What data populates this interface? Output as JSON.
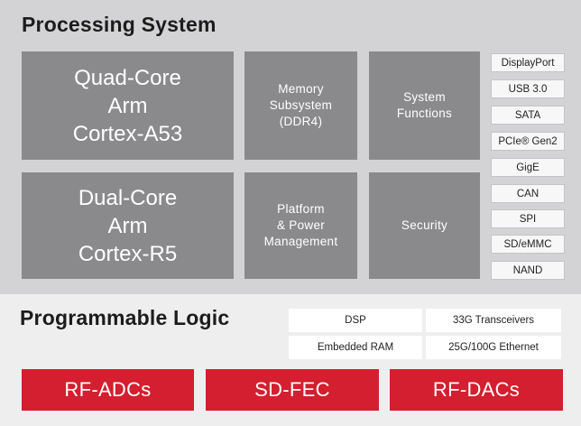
{
  "processing_system": {
    "title": "Processing System",
    "cores": [
      {
        "label": "Quad-Core\nArm\nCortex-A53"
      },
      {
        "label": "Dual-Core\nArm\nCortex-R5"
      }
    ],
    "blocks": [
      {
        "label": "Memory\nSubsystem\n(DDR4)"
      },
      {
        "label": "System\nFunctions"
      },
      {
        "label": "Platform\n& Power\nManagement"
      },
      {
        "label": "Security"
      }
    ],
    "peripherals": [
      "DisplayPort",
      "USB 3.0",
      "SATA",
      "PCIe® Gen2",
      "GigE",
      "CAN",
      "SPI",
      "SD/eMMC",
      "NAND"
    ]
  },
  "programmable_logic": {
    "title": "Programmable Logic",
    "features": [
      "DSP",
      "33G Transceivers",
      "Embedded RAM",
      "25G/100G Ethernet"
    ]
  },
  "rf_blocks": [
    "RF-ADCs",
    "SD-FEC",
    "RF-DACs"
  ],
  "colors": {
    "ps_background": "#d3d3d5",
    "block_gray": "#8a8a8c",
    "accent_red": "#d31f2f"
  }
}
